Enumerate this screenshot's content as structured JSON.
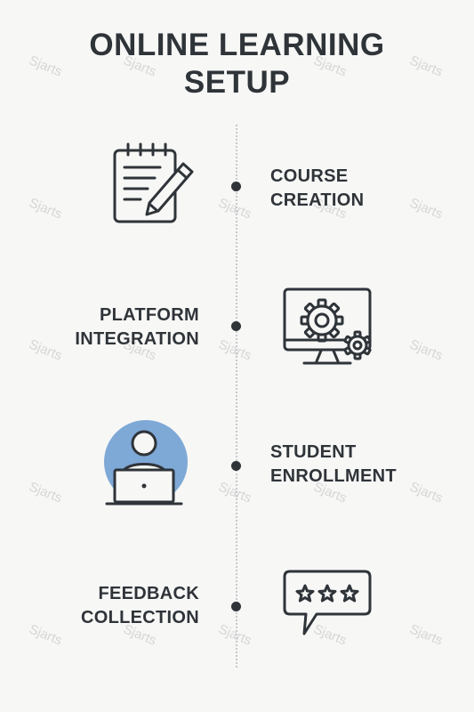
{
  "title": {
    "line1": "ONLINE LEARNING",
    "line2": "SETUP"
  },
  "steps": [
    {
      "line1": "COURSE",
      "line2": "CREATION",
      "icon": "notepad-pencil-icon"
    },
    {
      "line1": "PLATFORM",
      "line2": "INTEGRATION",
      "icon": "monitor-gears-icon"
    },
    {
      "line1": "STUDENT",
      "line2": "ENROLLMENT",
      "icon": "student-laptop-icon"
    },
    {
      "line1": "FEEDBACK",
      "line2": "COLLECTION",
      "icon": "speech-bubble-stars-icon"
    }
  ],
  "watermark": "Sjarts",
  "colors": {
    "ink": "#2f3439",
    "accent": "#7ea8d6",
    "background": "#f7f7f6"
  }
}
